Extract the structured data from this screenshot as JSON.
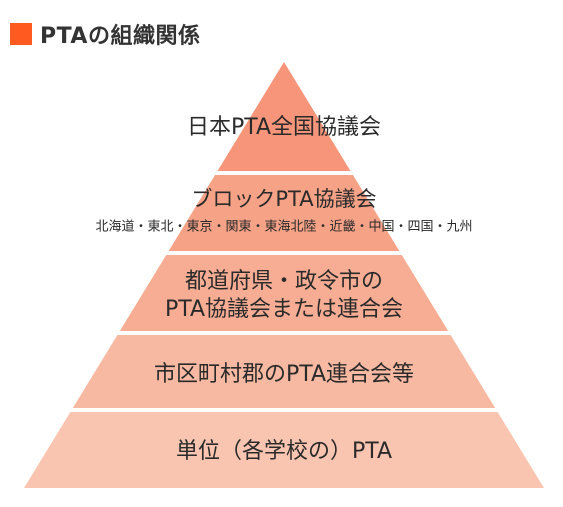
{
  "header": {
    "title": "PTAの組織関係",
    "accent_color": "#ff5a1f"
  },
  "pyramid": {
    "tiers": [
      {
        "lines": [
          "日本PTA全国協議会"
        ],
        "color": "#f6957a"
      },
      {
        "lines": [
          "ブロックPTA協議会",
          "北海道・東北・東京・関東・東海北陸・近畿・中国・四国・九州"
        ],
        "color": "#f6a287"
      },
      {
        "lines": [
          "都道府県・政令市の",
          "PTA協議会または連合会"
        ],
        "color": "#f7ad94"
      },
      {
        "lines": [
          "市区町村郡のPTA連合会等"
        ],
        "color": "#f8b9a2"
      },
      {
        "lines": [
          "単位（各学校の）PTA"
        ],
        "color": "#fac5b0"
      }
    ],
    "divider_color": "#ffffff"
  }
}
